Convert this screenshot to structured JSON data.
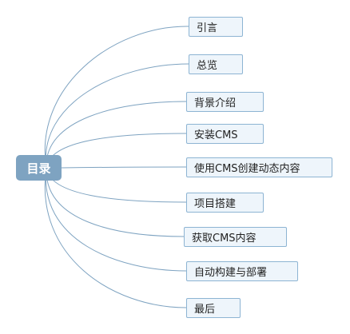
{
  "mindmap": {
    "root": {
      "label": "目录"
    },
    "children": [
      {
        "label": "引言"
      },
      {
        "label": "总览"
      },
      {
        "label": "背景介绍"
      },
      {
        "label": "安装CMS"
      },
      {
        "label": "使用CMS创建动态内容"
      },
      {
        "label": "项目搭建"
      },
      {
        "label": "获取CMS内容"
      },
      {
        "label": "自动构建与部署"
      },
      {
        "label": "最后"
      }
    ]
  },
  "colors": {
    "root_fill": "#7ea3c1",
    "child_fill": "#eef5fb",
    "child_border": "#8db4d3",
    "connector": "#7ea3c1"
  }
}
